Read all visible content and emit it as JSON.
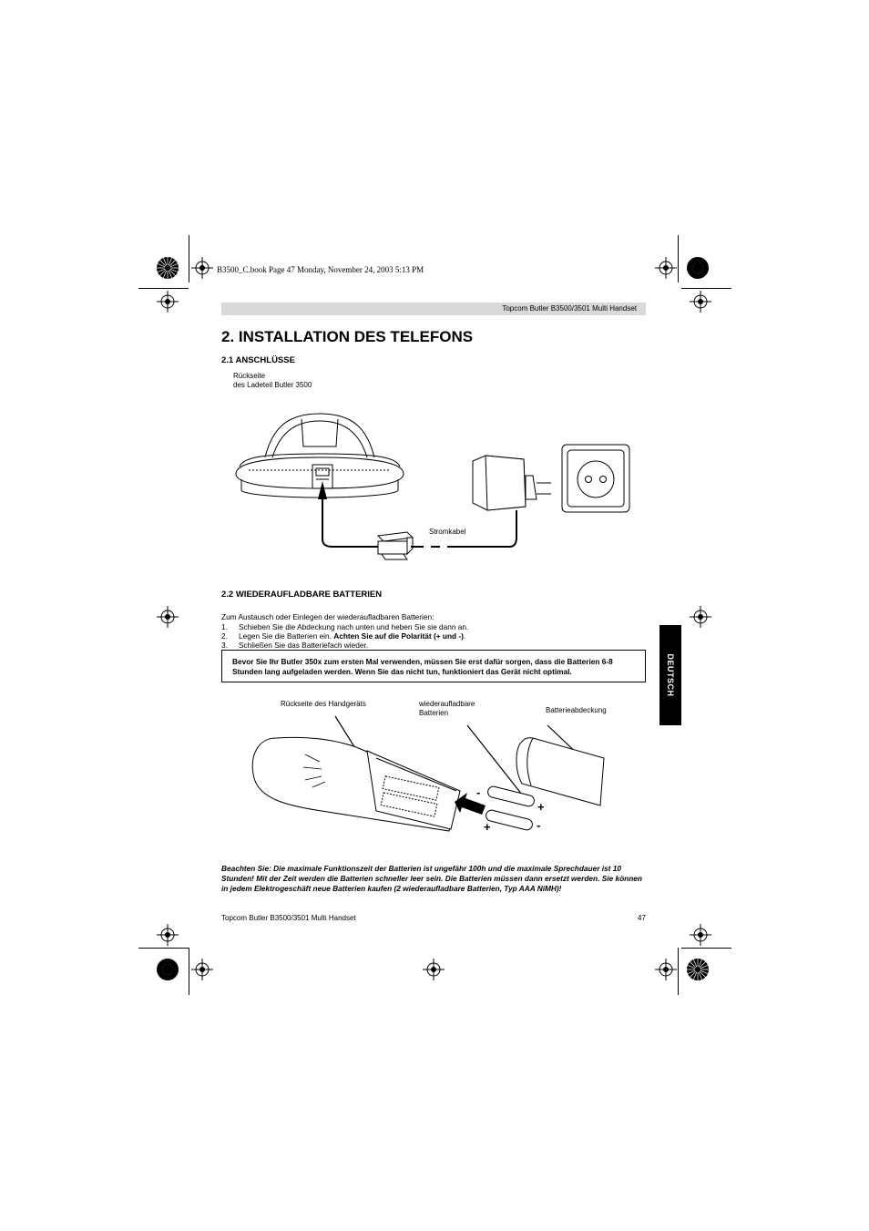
{
  "print_info": "B3500_C.book  Page 47  Monday, November 24, 2003  5:13 PM",
  "running_header": "Topcom Butler B3500/3501 Multi Handset",
  "title": "2. INSTALLATION DES TELEFONS",
  "section1": {
    "heading": "2.1 ANSCHLÜSSE",
    "label_back_line1": "Rückseite",
    "label_back_line2": "des Ladeteil Butler 3500",
    "label_cable": "Stromkabel"
  },
  "section2": {
    "heading": "2.2 WIEDERAUFLADBARE BATTERIEN",
    "intro": "Zum Austausch oder Einlegen der wiederaufladbaren Batterien:",
    "steps": [
      {
        "num": "1.",
        "text": "Schieben Sie die Abdeckung nach unten und heben Sie sie dann an."
      },
      {
        "num": "2.",
        "text_before": "Legen Sie die Batterien ein. ",
        "text_bold": "Achten Sie auf die Polarität (+ und -)",
        "text_after": "."
      },
      {
        "num": "3.",
        "text": "Schließen Sie das Batteriefach wieder."
      }
    ],
    "note": "Bevor Sie Ihr Butler 350x zum ersten Mal verwenden, müssen Sie erst dafür sorgen, dass die Batterien 6-8 Stunden lang aufgeladen werden. Wenn Sie das nicht tun, funktioniert das Gerät nicht optimal.",
    "label_handset_back": "Rückseite des Handgeräts",
    "label_batteries_line1": "wiederaufladbare",
    "label_batteries_line2": "Batterien",
    "label_cover": "Batterieabdeckung",
    "polarity_plus": "+",
    "polarity_minus": "-"
  },
  "side_tab": "DEUTSCH",
  "footnote": "Beachten Sie: Die maximale Funktionszeit der Batterien ist ungefähr 100h und die maximale Sprechdauer ist 10 Stunden! Mit der Zeit werden die Batterien schneller leer sein. Die Batterien müssen dann ersetzt werden. Sie können in jedem Elektrogeschäft neue Batterien kaufen (2 wiederaufladbare Batterien, Typ AAA NiMH)!",
  "footer_left": "Topcom Butler B3500/3501 Multi Handset",
  "footer_page": "47"
}
